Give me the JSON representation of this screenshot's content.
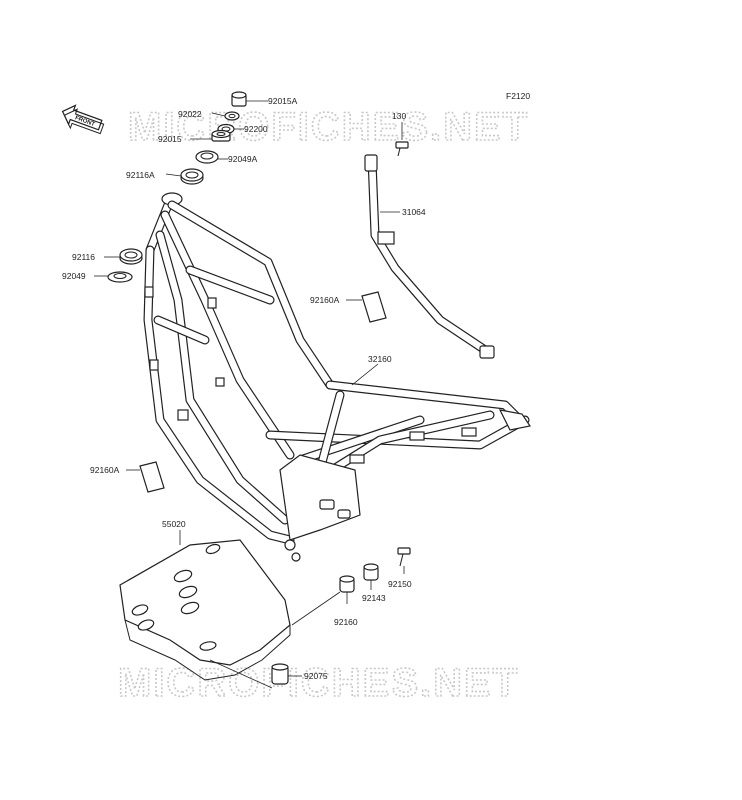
{
  "diagram_code": "F2120",
  "front_label": "FRONT",
  "watermark": "MICROFICHES.NET",
  "labels": [
    {
      "id": "92015A",
      "text": "92015A"
    },
    {
      "id": "92022",
      "text": "92022"
    },
    {
      "id": "92200",
      "text": "92200"
    },
    {
      "id": "92015",
      "text": "92015"
    },
    {
      "id": "92049A",
      "text": "92049A"
    },
    {
      "id": "92116A",
      "text": "92116A"
    },
    {
      "id": "92116",
      "text": "92116"
    },
    {
      "id": "92049",
      "text": "92049"
    },
    {
      "id": "130",
      "text": "130"
    },
    {
      "id": "31064",
      "text": "31064"
    },
    {
      "id": "92160A_upper",
      "text": "92160A"
    },
    {
      "id": "32160",
      "text": "32160"
    },
    {
      "id": "92160A_lower",
      "text": "92160A"
    },
    {
      "id": "55020",
      "text": "55020"
    },
    {
      "id": "92150",
      "text": "92150"
    },
    {
      "id": "92143",
      "text": "92143"
    },
    {
      "id": "92160",
      "text": "92160"
    },
    {
      "id": "92075",
      "text": "92075"
    }
  ]
}
